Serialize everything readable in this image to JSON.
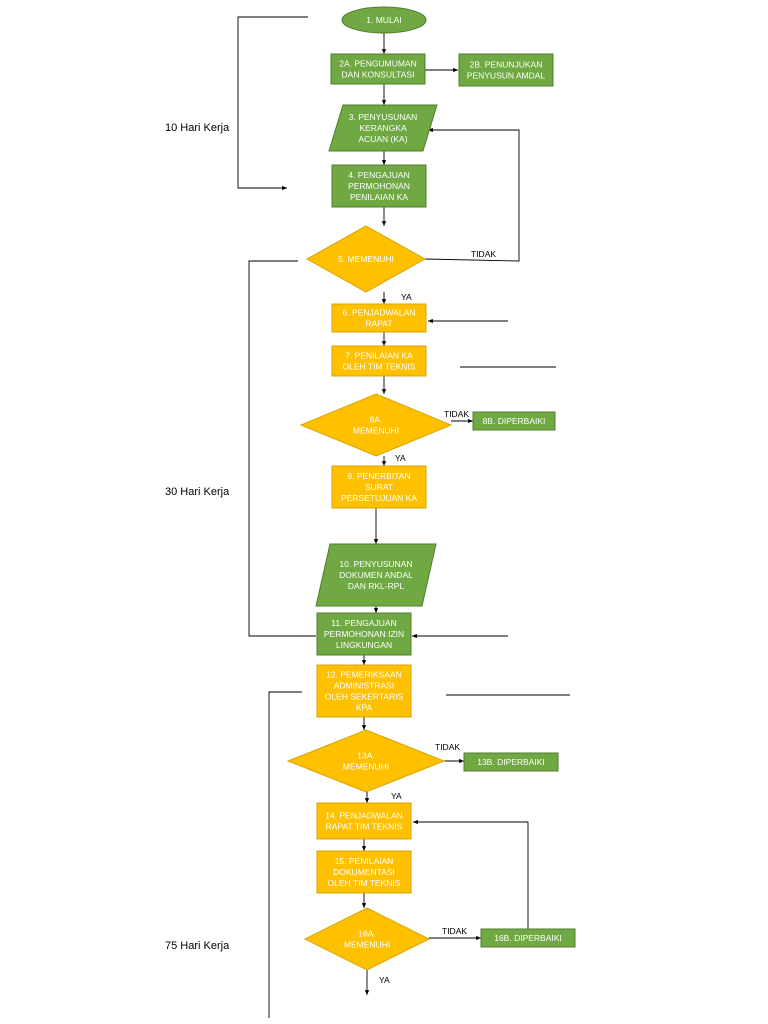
{
  "colors": {
    "green": "#70a844",
    "green_border": "#4f7d2f",
    "yellow": "#ffc000",
    "yellow_border": "#d9a400",
    "line": "#000000",
    "node_text": "#ffffff"
  },
  "side_labels": {
    "phase1": "10 Hari Kerja",
    "phase2": "30 Hari Kerja",
    "phase3": "75 Hari Kerja"
  },
  "nodes": {
    "n1": {
      "lines": [
        "1.    MULAI"
      ],
      "color": "green",
      "shape": "ellipse"
    },
    "n2a": {
      "lines": [
        "2A. PENGUMUMAN",
        "DAN KONSULTASI"
      ],
      "color": "green",
      "shape": "rect"
    },
    "n2b": {
      "lines": [
        "2B. PENUNJUKAN",
        "PENYUSUN AMDAL"
      ],
      "color": "green",
      "shape": "rect"
    },
    "n3": {
      "lines": [
        "3. PENYUSUNAN",
        "KERANGKA",
        "ACUAN (KA)"
      ],
      "color": "green",
      "shape": "parallelogram"
    },
    "n4": {
      "lines": [
        "4. PENGAJUAN",
        "PERMOHONAN",
        "PENILAIAN KA"
      ],
      "color": "green",
      "shape": "rect"
    },
    "n5": {
      "lines": [
        "5. MEMENUHI"
      ],
      "color": "yellow",
      "shape": "diamond"
    },
    "n6": {
      "lines": [
        "6. PENJADWALAN",
        "RAPAT"
      ],
      "color": "yellow",
      "shape": "rect"
    },
    "n7": {
      "lines": [
        "7. PENILAIAN KA",
        "OLEH TIM TEKNIS"
      ],
      "color": "yellow",
      "shape": "rect"
    },
    "n8a": {
      "lines": [
        "8A.",
        "MEMENUHI"
      ],
      "color": "yellow",
      "shape": "diamond"
    },
    "n8b": {
      "lines": [
        "8B. DIPERBAIKI"
      ],
      "color": "green",
      "shape": "rect"
    },
    "n9": {
      "lines": [
        "9. PENERBITAN",
        "SURAT",
        "PERSETUJUAN KA"
      ],
      "color": "yellow",
      "shape": "rect"
    },
    "n10": {
      "lines": [
        "10. PENYUSUNAN",
        "DOKUMEN ANDAL",
        "DAN RKL-RPL"
      ],
      "color": "green",
      "shape": "parallelogram"
    },
    "n11": {
      "lines": [
        "11. PENGAJUAN",
        "PERMOHONAN IZIN",
        "LINGKUNGAN"
      ],
      "color": "green",
      "shape": "rect"
    },
    "n12": {
      "lines": [
        "12. PEMERIKSAAN",
        "ADMINISTRASI",
        "OLEH SEKERTARIS",
        "KPA"
      ],
      "color": "yellow",
      "shape": "rect"
    },
    "n13a": {
      "lines": [
        "13A.",
        "MEMENUHI"
      ],
      "color": "yellow",
      "shape": "diamond"
    },
    "n13b": {
      "lines": [
        "13B. DIPERBAIKI"
      ],
      "color": "green",
      "shape": "rect"
    },
    "n14": {
      "lines": [
        "14. PENJADWALAN",
        "RAPAT TIM TEKNIS"
      ],
      "color": "yellow",
      "shape": "rect"
    },
    "n15": {
      "lines": [
        "15. PENILAIAN",
        "DOKUMENTASI",
        "OLEH TIM TEKNIS"
      ],
      "color": "yellow",
      "shape": "rect"
    },
    "n16a": {
      "lines": [
        "16A.",
        "MEMENUHI"
      ],
      "color": "yellow",
      "shape": "diamond"
    },
    "n16b": {
      "lines": [
        "16B. DIPERBAIKI"
      ],
      "color": "green",
      "shape": "rect"
    }
  },
  "edge_labels": {
    "l5_tidak": "TIDAK",
    "l5_ya": "YA",
    "l8_tidak": "TIDAK",
    "l8_ya": "YA",
    "l13_tidak": "TIDAK",
    "l13_ya": "YA",
    "l16_tidak": "TIDAK",
    "l16_ya": "YA"
  }
}
